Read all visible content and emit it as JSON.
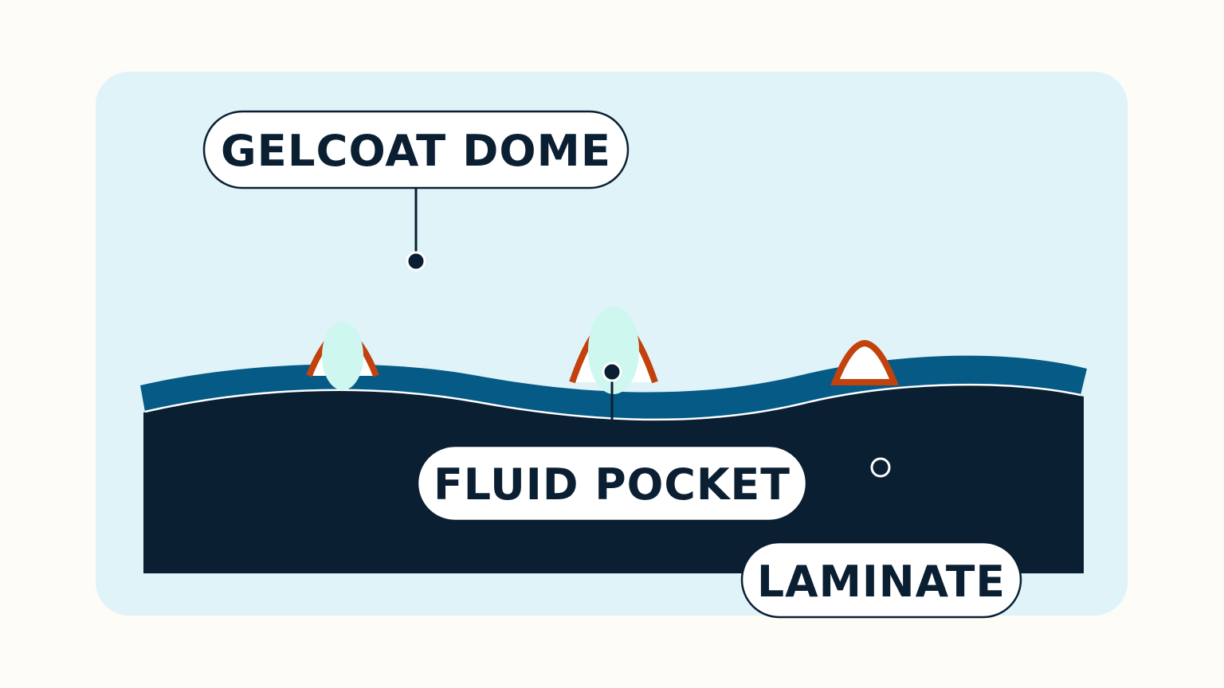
{
  "labels": {
    "gelcoat_dome": "GELCOAT DOME",
    "fluid_pocket": "FLUID POCKET",
    "laminate": "LAMINATE"
  },
  "colors": {
    "page_background": "#fdfcf7",
    "panel_background": "#dff3f8",
    "laminate": "#0b1f33",
    "gelcoat": "#065a86",
    "blister_arc": "#c2410c",
    "fluid": "#cdf7ef",
    "label_fill": "#ffffff",
    "label_stroke": "#0b1f33",
    "text": "#0b1f33"
  }
}
